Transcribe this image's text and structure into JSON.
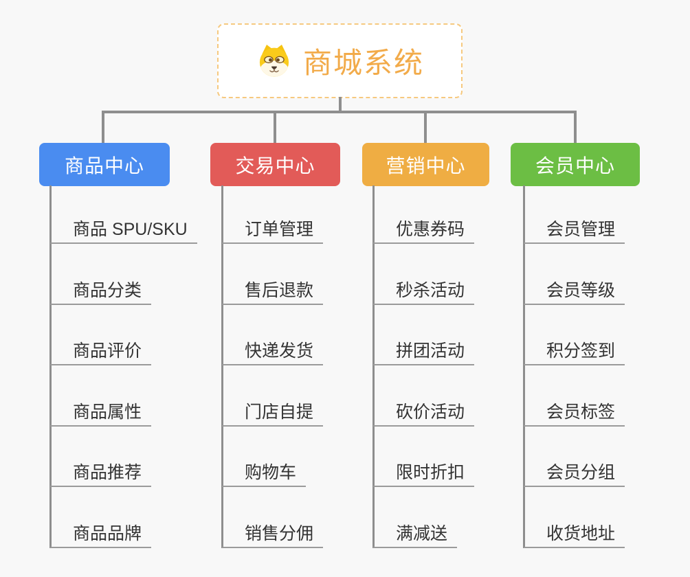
{
  "canvas": {
    "background": "#F8F8F8"
  },
  "root": {
    "title": "商城系统",
    "icon": "dog-face-icon",
    "text_color": "#F2AB4A",
    "border_color": "#F6C97F"
  },
  "connector_color": "#8E8E8E",
  "leaf_style": {
    "line_color": "#9A9A9A",
    "text_color": "#333333"
  },
  "branches": [
    {
      "label": "商品中心",
      "color": "#4A8CF0",
      "children": [
        "商品 SPU/SKU",
        "商品分类",
        "商品评价",
        "商品属性",
        "商品推荐",
        "商品品牌"
      ]
    },
    {
      "label": "交易中心",
      "color": "#E25B58",
      "children": [
        "订单管理",
        "售后退款",
        "快递发货",
        "门店自提",
        "购物车",
        "销售分佣"
      ]
    },
    {
      "label": "营销中心",
      "color": "#EFAD43",
      "children": [
        "优惠券码",
        "秒杀活动",
        "拼团活动",
        "砍价活动",
        "限时折扣",
        "满减送"
      ]
    },
    {
      "label": "会员中心",
      "color": "#6CBE44",
      "children": [
        "会员管理",
        "会员等级",
        "积分签到",
        "会员标签",
        "会员分组",
        "收货地址"
      ]
    }
  ]
}
